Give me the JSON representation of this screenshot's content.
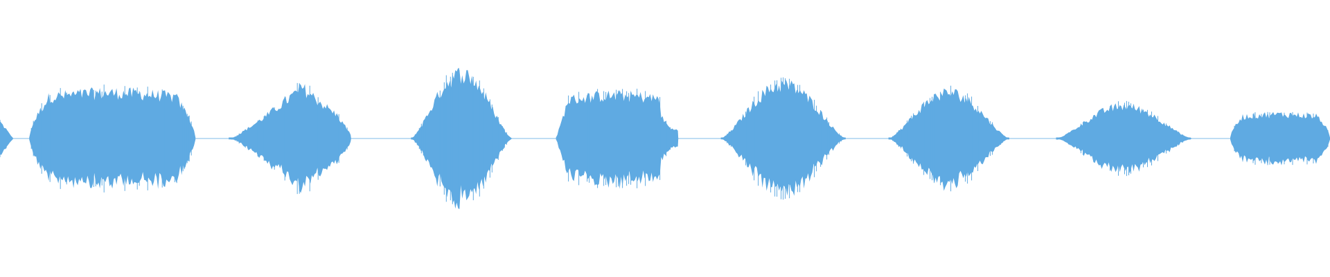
{
  "waveform": {
    "color": "#5FAAE2",
    "background": "#FFFFFF",
    "segments": [
      {
        "start": 0.0,
        "end": 0.01,
        "amplitude": 0.07,
        "shape": "tail"
      },
      {
        "start": 0.022,
        "end": 0.147,
        "amplitude": 0.17,
        "shape": "plateau"
      },
      {
        "start": 0.172,
        "end": 0.264,
        "amplitude": 0.19,
        "shape": "peak-early"
      },
      {
        "start": 0.309,
        "end": 0.385,
        "amplitude": 0.24,
        "shape": "peak-center"
      },
      {
        "start": 0.418,
        "end": 0.51,
        "amplitude": 0.16,
        "shape": "plateau-early"
      },
      {
        "start": 0.542,
        "end": 0.636,
        "amplitude": 0.2,
        "shape": "peak-center"
      },
      {
        "start": 0.668,
        "end": 0.759,
        "amplitude": 0.17,
        "shape": "peak-center"
      },
      {
        "start": 0.794,
        "end": 0.896,
        "amplitude": 0.12,
        "shape": "peak-center"
      },
      {
        "start": 0.925,
        "end": 1.0,
        "amplitude": 0.09,
        "shape": "plateau"
      }
    ]
  }
}
